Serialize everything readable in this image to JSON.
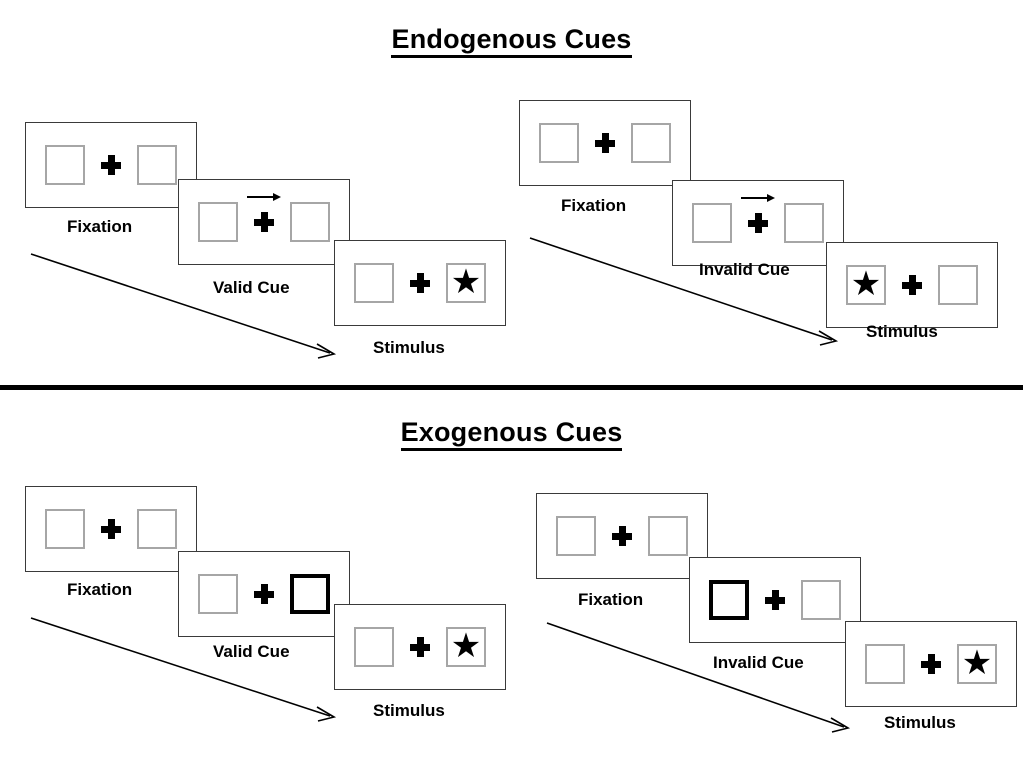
{
  "sections": [
    {
      "id": "endogenous",
      "title": "Endogenous Cues",
      "cue_type": "arrow",
      "columns": [
        {
          "id": "endogenous-valid",
          "stages": [
            {
              "label": "Fixation",
              "cue": "none",
              "star": "none"
            },
            {
              "label": "Valid Cue",
              "cue": "arrow-right",
              "star": "none"
            },
            {
              "label": "Stimulus",
              "cue": "none",
              "star": "right"
            }
          ]
        },
        {
          "id": "endogenous-invalid",
          "stages": [
            {
              "label": "Fixation",
              "cue": "none",
              "star": "none"
            },
            {
              "label": "Invalid Cue",
              "cue": "arrow-right",
              "star": "none"
            },
            {
              "label": "Stimulus",
              "cue": "none",
              "star": "left"
            }
          ]
        }
      ]
    },
    {
      "id": "exogenous",
      "title": "Exogenous Cues",
      "cue_type": "box-flash",
      "columns": [
        {
          "id": "exogenous-valid",
          "stages": [
            {
              "label": "Fixation",
              "cue": "none",
              "star": "none"
            },
            {
              "label": "Valid Cue",
              "cue": "box-right",
              "star": "none"
            },
            {
              "label": "Stimulus",
              "cue": "none",
              "star": "right"
            }
          ]
        },
        {
          "id": "exogenous-invalid",
          "stages": [
            {
              "label": "Fixation",
              "cue": "none",
              "star": "none"
            },
            {
              "label": "Invalid Cue",
              "cue": "box-left",
              "star": "none"
            },
            {
              "label": "Stimulus",
              "cue": "none",
              "star": "right"
            }
          ]
        }
      ]
    }
  ],
  "glyphs": {
    "star": "★",
    "fixation_cross": "plus-icon",
    "arrow_cue": "arrow-right-icon",
    "flow_arrow": "time-flow-arrow-icon"
  },
  "colors": {
    "ink": "#000000",
    "panel_border": "#3a3a3a",
    "box_border": "#a6a6a6",
    "cued_box_border": "#000000",
    "background": "#ffffff"
  }
}
